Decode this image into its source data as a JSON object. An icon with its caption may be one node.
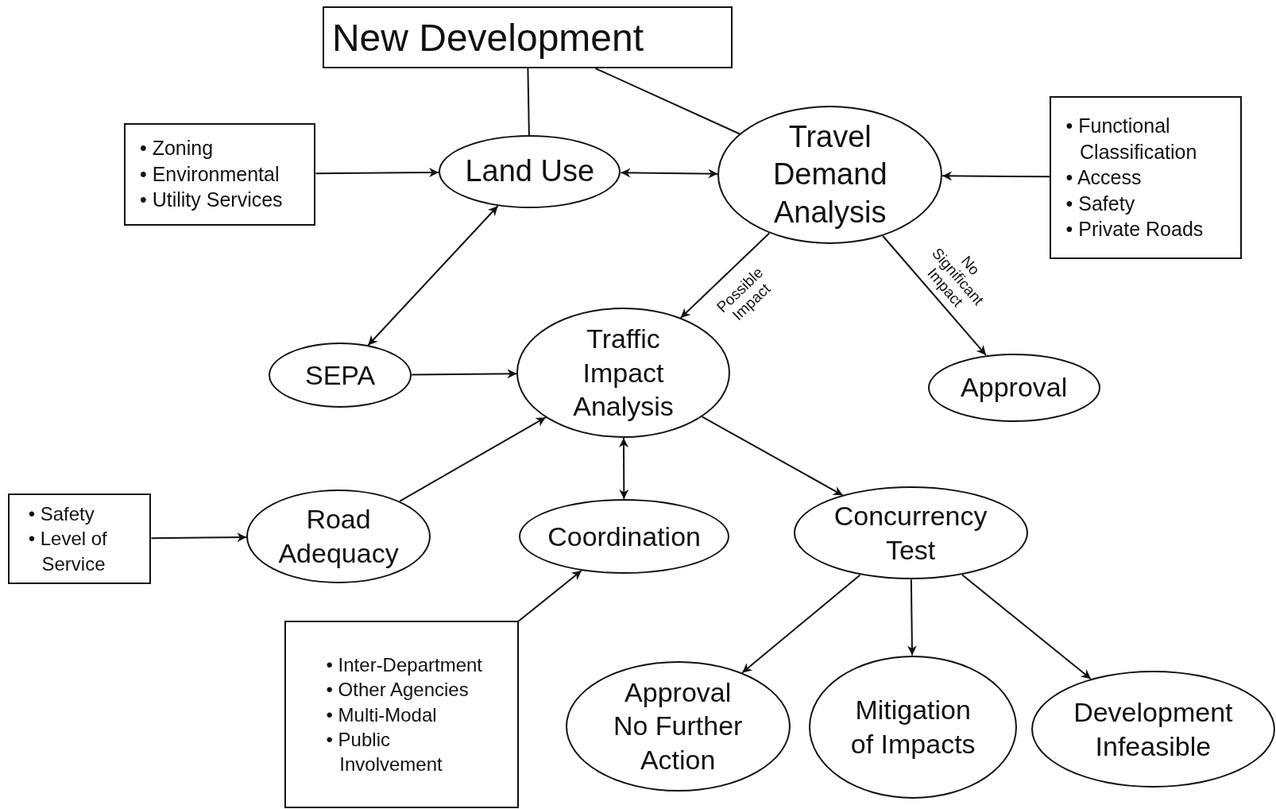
{
  "diagram": {
    "nodes": [
      {
        "text": [
          "New Development"
        ]
      },
      {
        "text": [
          "• Zoning",
          "• Environmental",
          "• Utility Services"
        ]
      },
      {
        "text": [
          "Land Use"
        ]
      },
      {
        "text": [
          "Travel Demand Analysis"
        ]
      },
      {
        "text": [
          "• Functional Classification",
          "• Access",
          "• Safety",
          "• Private Roads"
        ]
      },
      {
        "text": [
          "SEPA"
        ]
      },
      {
        "text": [
          "Traffic Impact Analysis"
        ]
      },
      {
        "text": [
          "Approval"
        ]
      },
      {
        "text": [
          "• Safety",
          "• Level of Service"
        ]
      },
      {
        "text": [
          "Road Adequacy"
        ]
      },
      {
        "text": [
          "Coordination"
        ]
      },
      {
        "text": [
          "Concurrency Test"
        ]
      },
      {
        "text": [
          "• Inter-Department",
          "• Other Agencies",
          "• Multi-Modal",
          "• Public Involvement"
        ]
      },
      {
        "text": [
          "Approval No Further Action"
        ]
      },
      {
        "text": [
          "Mitigation of Impacts"
        ]
      },
      {
        "text": [
          "Development Infeasible"
        ]
      }
    ],
    "edges": [
      {
        "from": 0,
        "to": 2,
        "arrow": "none"
      },
      {
        "from": 0,
        "to": 3,
        "arrow": "none"
      },
      {
        "from": 1,
        "to": 2,
        "arrow": "to"
      },
      {
        "from": 2,
        "to": 3,
        "arrow": "both"
      },
      {
        "from": 4,
        "to": 3,
        "arrow": "to"
      },
      {
        "from": 2,
        "to": 5,
        "arrow": "both"
      },
      {
        "from": 3,
        "to": 6,
        "arrow": "to",
        "label": "Possible Impact"
      },
      {
        "from": 3,
        "to": 7,
        "arrow": "to",
        "label": "No Significant Impact"
      },
      {
        "from": 5,
        "to": 6,
        "arrow": "to"
      },
      {
        "from": 9,
        "to": 6,
        "arrow": "to"
      },
      {
        "from": 8,
        "to": 9,
        "arrow": "to"
      },
      {
        "from": 6,
        "to": 10,
        "arrow": "both"
      },
      {
        "from": 12,
        "to": 10,
        "arrow": "to"
      },
      {
        "from": 6,
        "to": 11,
        "arrow": "to"
      },
      {
        "from": 11,
        "to": 13,
        "arrow": "to"
      },
      {
        "from": 11,
        "to": 14,
        "arrow": "to"
      },
      {
        "from": 11,
        "to": 15,
        "arrow": "to"
      }
    ]
  }
}
